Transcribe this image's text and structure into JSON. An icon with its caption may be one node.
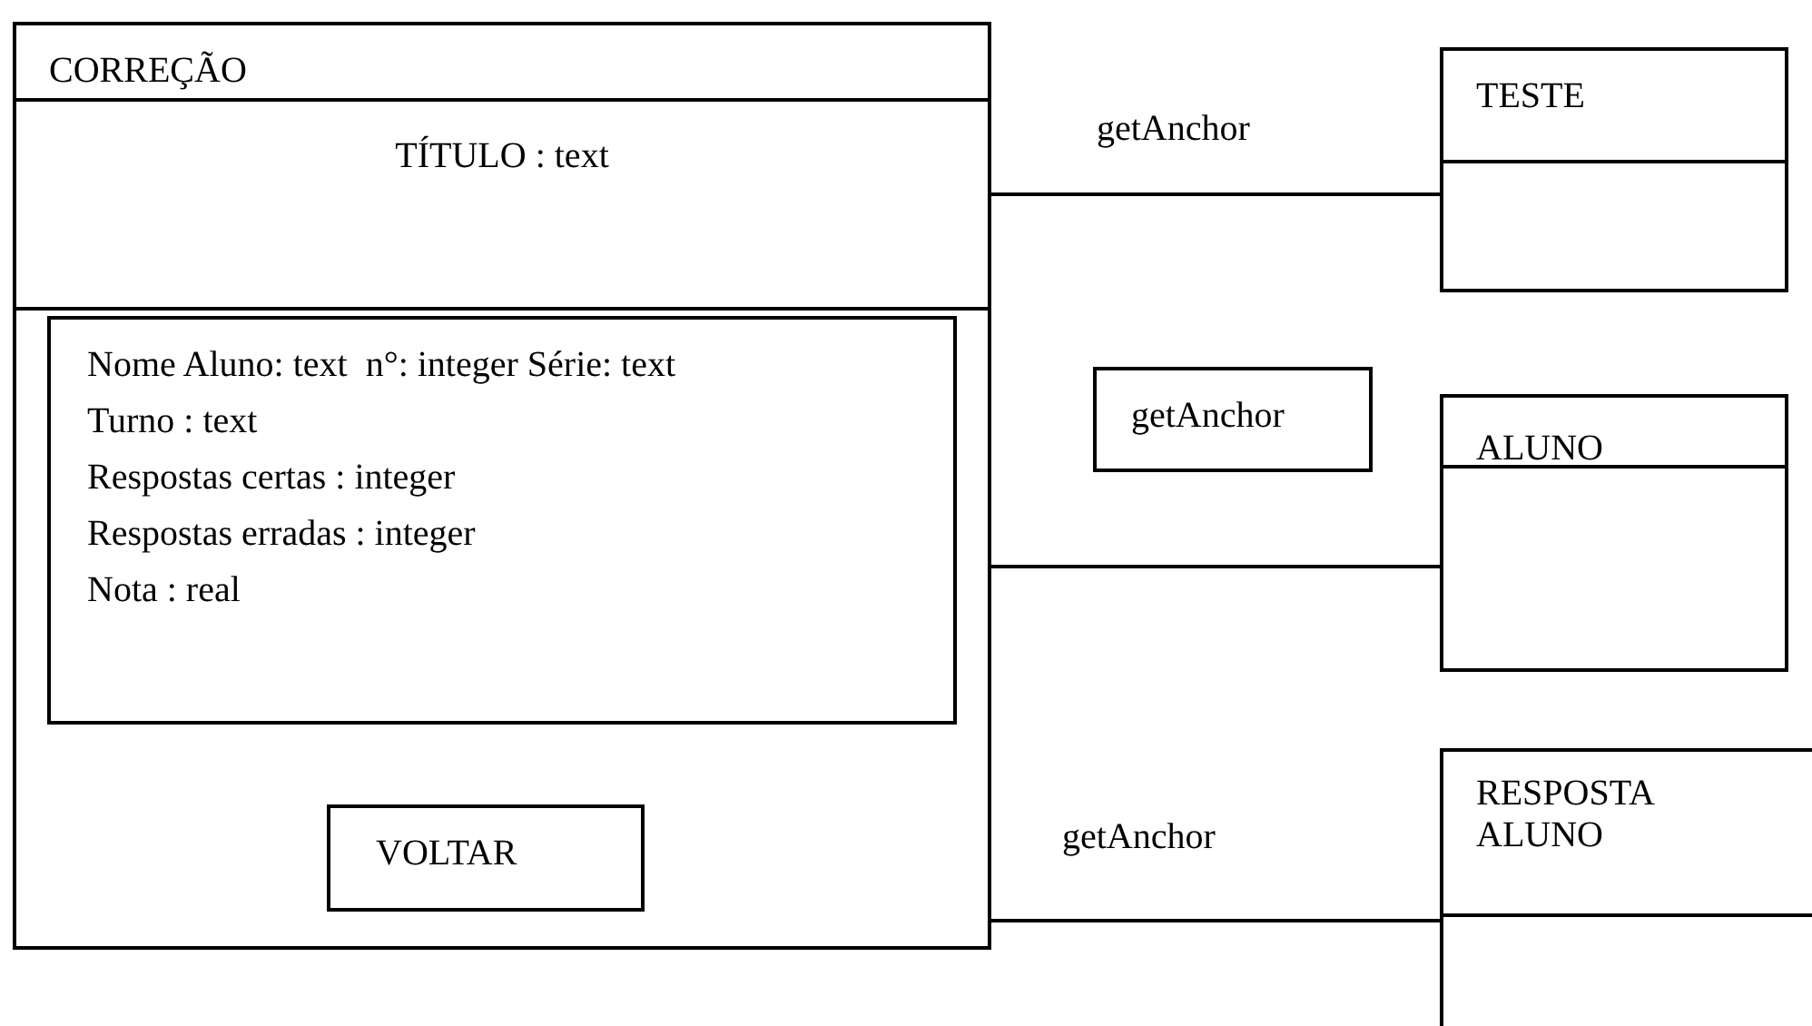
{
  "diagram": {
    "nodes": [
      {
        "text": [
          "CORREÇÃO",
          "TÍTULO : text"
        ]
      },
      {
        "text": [
          "Nome Aluno: text  n°: integer Série: text",
          "Turno : text",
          "Respostas certas : integer",
          "Respostas erradas : integer",
          "Nota : real"
        ],
        "in": 0
      },
      {
        "text": [
          "VOLTAR"
        ],
        "in": 0
      },
      {
        "text": [
          "TESTE"
        ]
      },
      {
        "text": [
          "getAnchor"
        ]
      },
      {
        "text": [
          "ALUNO"
        ]
      },
      {
        "text": [
          "RESPOSTA ALUNO"
        ]
      }
    ],
    "edges": [
      {
        "from": 0,
        "to": 3,
        "arrow": "none",
        "label": "getAnchor"
      },
      {
        "from": 0,
        "to": 5,
        "arrow": "none"
      },
      {
        "from": 0,
        "to": 6,
        "arrow": "none",
        "label": "getAnchor"
      }
    ]
  }
}
